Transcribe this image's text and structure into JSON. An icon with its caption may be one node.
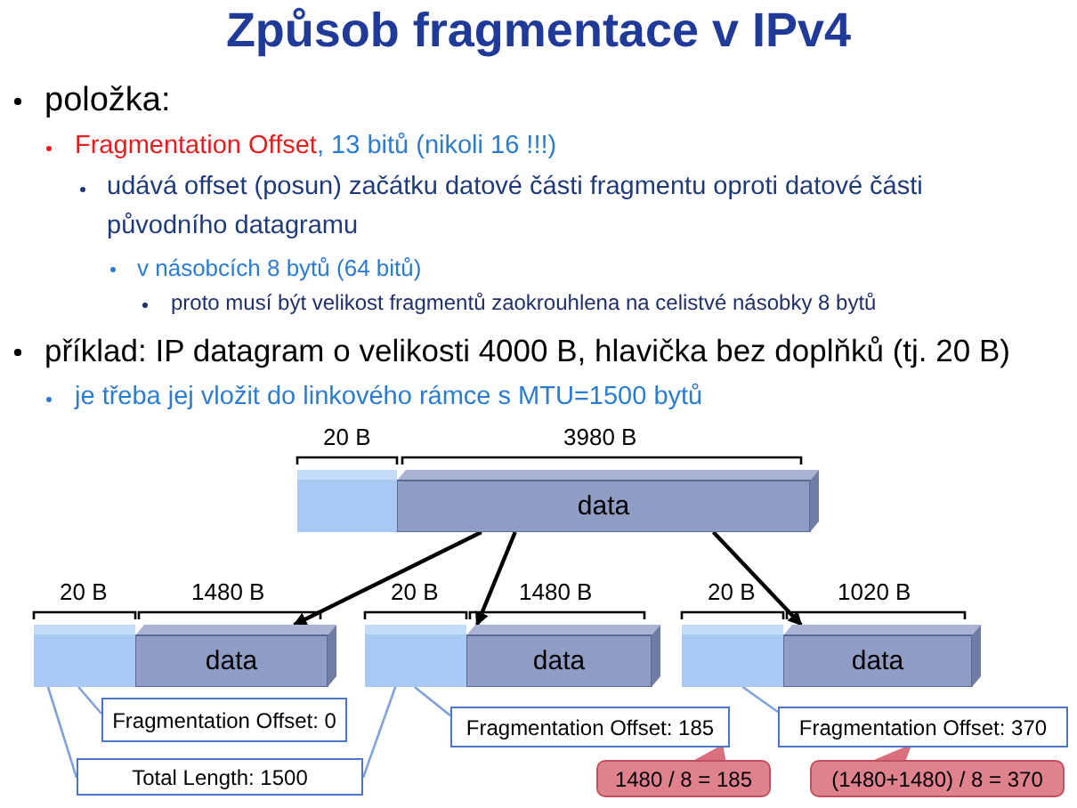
{
  "diagram": {
    "title": "Způsob fragmentace v IPv4",
    "nodes": [
      {
        "text": [],
        "shape": "box"
      },
      {
        "text": [
          "data"
        ]
      },
      {
        "text": [],
        "shape": "box"
      },
      {
        "text": [
          "data"
        ]
      },
      {
        "text": [],
        "shape": "box"
      },
      {
        "text": [
          "data"
        ]
      },
      {
        "text": [],
        "shape": "box"
      },
      {
        "text": [
          "data"
        ]
      },
      {
        "text": [
          "Fragmentation Offset: 0"
        ]
      },
      {
        "text": [
          "Total Length: 1500"
        ]
      },
      {
        "text": [
          "Fragmentation Offset: 185"
        ]
      },
      {
        "text": [
          "1480 / 8 = 185"
        ]
      },
      {
        "text": [
          "Fragmentation Offset: 370"
        ]
      },
      {
        "text": [
          "(1480+1480) / 8 = 370"
        ]
      }
    ],
    "edges": [
      {
        "from": 1,
        "to": 3,
        "arrow": "to",
        "color": "#000000"
      },
      {
        "from": 1,
        "to": 5,
        "arrow": "to",
        "color": "#000000"
      },
      {
        "from": 1,
        "to": 7,
        "arrow": "to",
        "color": "#000000"
      },
      {
        "from": 8,
        "to": 2,
        "arrow": "none"
      },
      {
        "from": 9,
        "to": 2,
        "arrow": "none"
      },
      {
        "from": 9,
        "to": 4,
        "arrow": "none"
      },
      {
        "from": 10,
        "to": 4,
        "arrow": "none"
      },
      {
        "from": 12,
        "to": 6,
        "arrow": "none"
      },
      {
        "from": 11,
        "to": 10,
        "arrow": "none",
        "color": "#d9707e"
      },
      {
        "from": 13,
        "to": 12,
        "arrow": "none",
        "color": "#d9707e"
      }
    ],
    "labels": [
      "položka:",
      "Fragmentation Offset",
      ", 13 bitů (nikoli 16 !!!)",
      "udává offset (posun) začátku datové části fragmentu oproti datové části původního datagramu",
      "v násobcích 8 bytů (64 bitů)",
      "proto musí být velikost fragmentů zaokrouhlena na celistvé násobky 8 bytů",
      "příklad: IP datagram o velikosti 4000 B, hlavička bez doplňků (tj. 20 B)",
      "je třeba jej vložit do linkového rámce s MTU=1500 bytů",
      "20 B",
      "3980 B",
      "20 B",
      "1480 B",
      "20 B",
      "1480 B",
      "20 B",
      "1020 B"
    ]
  }
}
